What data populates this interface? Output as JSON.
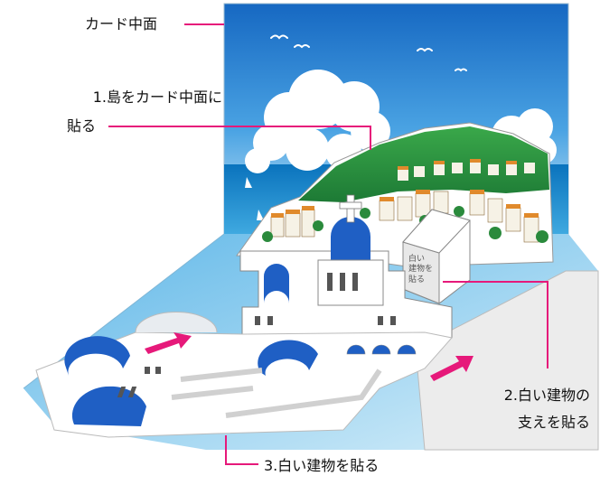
{
  "labels": {
    "card_center": "カード中面",
    "step1_line1": "1.島をカード中面に",
    "step1_line2": "貼る",
    "step2_line1": "2.白い建物の",
    "step2_line2": "支えを貼る",
    "step3": "3.白い建物を貼る"
  },
  "support_text": [
    "白い",
    "建物を",
    "貼る"
  ],
  "colors": {
    "leader": "#e6197a",
    "sky_top": "#1a73c9",
    "sky_bottom": "#bfe3f7",
    "sea": "#1583c6",
    "island_green": "#2e9a3e",
    "dome_blue": "#1f5fc4",
    "card_base": "#9fd3f0",
    "arrow": "#e6197a",
    "paper_gray": "#e4e4e4"
  },
  "icons": [
    "seagull-icon",
    "sailboat-icon",
    "cross-icon",
    "arrow-icon"
  ]
}
